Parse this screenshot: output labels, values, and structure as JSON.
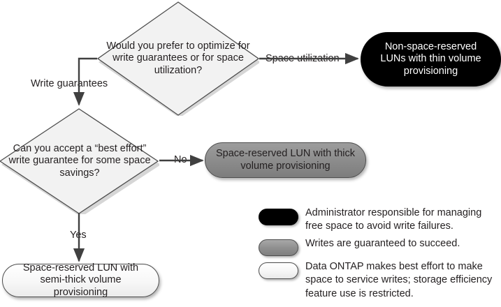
{
  "diagram": {
    "title": "Space reservation and volume provisioning decision flowchart",
    "colors": {
      "black_fill": "#000000",
      "gray_fill": "#8e8e8e",
      "white_fill": "#f7f7f7",
      "outline": "#4d4d4d",
      "text": "#231f20",
      "connector": "#404040"
    }
  },
  "nodes": {
    "decision_write_vs_space": {
      "type": "decision",
      "text": "Would you prefer to optimize for write guarantees or for space utilization?"
    },
    "decision_best_effort": {
      "type": "decision",
      "text": "Can you accept a “best effort” write guarantee for some space savings?"
    },
    "terminator_thin": {
      "type": "terminator",
      "style": "black",
      "text": "Non-space-reserved LUNs with thin volume provisioning"
    },
    "terminator_thick": {
      "type": "terminator",
      "style": "gray",
      "text": "Space-reserved LUN with thick volume provisioning"
    },
    "terminator_semi_thick": {
      "type": "terminator",
      "style": "white",
      "text": "Space-reserved LUN with semi-thick volume provisioning"
    }
  },
  "edges": {
    "space_utilization": "Space utilization",
    "write_guarantees": "Write guarantees",
    "no": "No",
    "yes": "Yes"
  },
  "legend": {
    "items": [
      {
        "swatch": "black",
        "text": "Administrator responsible for managing free space to avoid write failures."
      },
      {
        "swatch": "gray",
        "text": "Writes are guaranteed to succeed."
      },
      {
        "swatch": "white",
        "text": "Data ONTAP makes best effort to make space to service writes; storage efficiency feature use is restricted."
      }
    ]
  }
}
